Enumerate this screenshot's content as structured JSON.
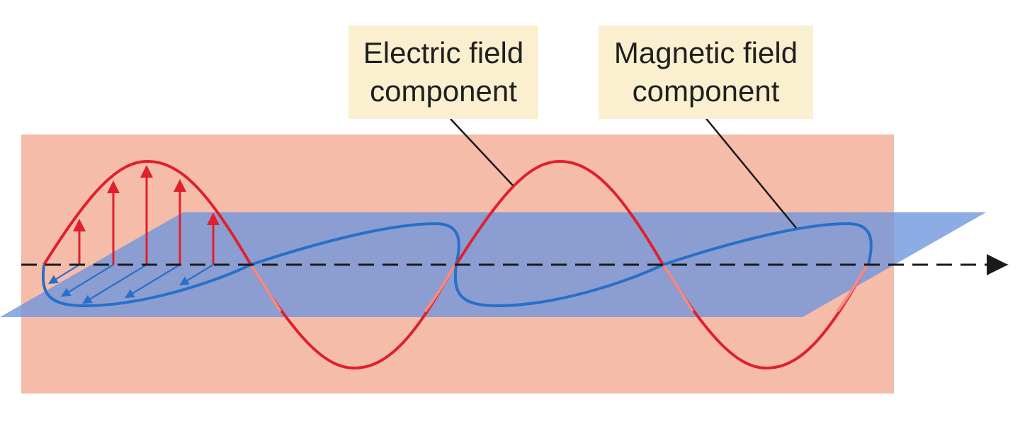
{
  "labels": {
    "electric": {
      "line1": "Electric field",
      "line2": "component"
    },
    "magnetic": {
      "line1": "Magnetic field",
      "line2": "component"
    }
  },
  "colors": {
    "electric_plane": "#f5bcaa",
    "magnetic_plane": "#7fa4e2",
    "electric_wave": "#e0202c",
    "magnetic_wave": "#2670c8",
    "label_background": "#faf0cf",
    "axis": "#1a1a1a",
    "leader_line": "#1a1a1a"
  },
  "icons": {
    "propagation_arrow": "arrow-right-icon"
  }
}
